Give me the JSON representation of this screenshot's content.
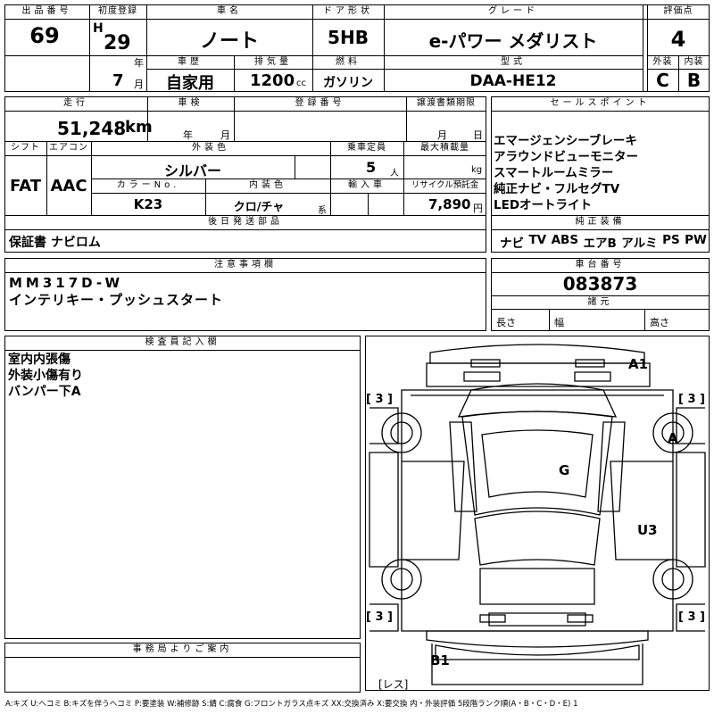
{
  "header": {
    "lot_no_label": "出品番号",
    "lot_no": "69",
    "first_reg_label": "初度登録",
    "era": "H",
    "year": "29",
    "year_unit": "年",
    "month": "7",
    "month_unit": "月",
    "car_name_label": "車名",
    "car_name": "ノート",
    "door_label": "ドア形状",
    "door": "5HB",
    "grade_label": "グレード",
    "grade": "e-パワー メダリスト",
    "score_label": "評価点",
    "score": "4",
    "history_label": "車歴",
    "history": "自家用",
    "displacement_label": "排気量",
    "displacement": "1200",
    "displacement_unit": "cc",
    "fuel_label": "燃料",
    "fuel": "ガソリン",
    "model_label": "型式",
    "model": "DAA-HE12",
    "exterior_label": "外装",
    "exterior": "C",
    "interior_label": "内装",
    "interior": "B"
  },
  "section2": {
    "mileage_label": "走行",
    "mileage": "51,248",
    "mileage_unit": "km",
    "inspection_label": "車検",
    "insp_year_unit": "年",
    "insp_month_unit": "月",
    "reg_no_label": "登録番号",
    "transfer_label": "譲渡書類期限",
    "transfer_month_unit": "月",
    "transfer_day_unit": "日",
    "shift_label": "シフト",
    "shift": "FAT",
    "ac_label": "エアコン",
    "ac": "AAC",
    "color_label": "外装色",
    "color": "シルバー",
    "capacity_label": "乗車定員",
    "capacity": "5",
    "capacity_unit": "人",
    "load_label": "最大積載量",
    "load_unit": "kg",
    "color_no_label": "カラーNo.",
    "color_no": "K23",
    "int_color_label": "内装色",
    "int_color": "クロ/チャ",
    "int_color_unit": "系",
    "import_label": "輸入車",
    "recycle_label": "リサイクル預託金",
    "recycle": "7,890",
    "recycle_unit": "円",
    "later_label": "後日発送部品",
    "later": "保証書 ナビロム"
  },
  "sales": {
    "label": "セールスポイント",
    "points": [
      "エマージェンシーブレーキ",
      "アラウンドビューモニター",
      "スマートルームミラー",
      "純正ナビ・フルセグTV",
      "LEDオートライト"
    ]
  },
  "equipment": {
    "label": "純正装備",
    "items": [
      "ナビ",
      "TV",
      "ABS",
      "エアB",
      "アルミ",
      "PS",
      "PW"
    ]
  },
  "notes": {
    "label": "注意事項欄",
    "lines": [
      "MM317D-W",
      "インテリキー・プッシュスタート"
    ]
  },
  "chassis": {
    "label": "車台番号",
    "number": "083873",
    "dim_label": "諸元",
    "length_label": "長さ",
    "width_label": "幅",
    "height_label": "高さ"
  },
  "inspector": {
    "label": "検査員記入欄",
    "lines": [
      "室内内張傷",
      "外装小傷有り",
      "バンパー下A"
    ]
  },
  "office": {
    "label": "事務局よりご案内"
  },
  "diagram": {
    "marks": {
      "a1": "A1",
      "a": "A",
      "g": "G",
      "u3": "U3",
      "b1": "B1",
      "less": "[レス]"
    },
    "brackets": {
      "tl": "[ 3 ]",
      "tr": "[ 3 ]",
      "bl": "[ 3 ]",
      "br": "[ 3 ]"
    }
  },
  "legend": "A:キズ U:ヘコミ B:キズを伴うヘコミ P:要塗装 W:補修跡 S:錆 C:腐食 G:フロントガラス点キズ XX:交換済み X:要交換 内・外装評価 5段階ランク順(A・B・C・D・E) 1"
}
